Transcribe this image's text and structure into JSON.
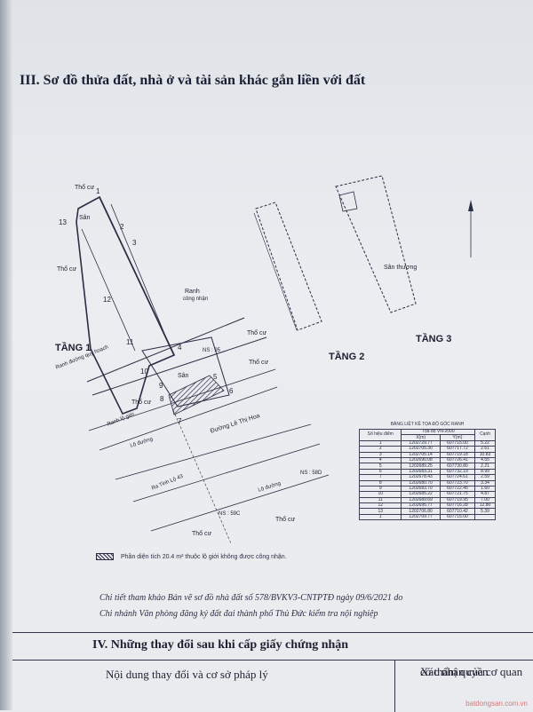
{
  "heading": "III. Sơ đồ thửa đất, nhà ở và tài sản khác gắn liền với đất",
  "floors": {
    "floor1": "TẦNG 1",
    "floor2": "TẦNG 2",
    "floor3": "TẦNG 3"
  },
  "plan_labels": {
    "tho_cu": "Thổ cư",
    "san": "Sân",
    "san_thuong": "Sân thượng",
    "ranh": "Ranh",
    "cong_nhan": "công nhận",
    "ranh_quy_hoach": "Ranh đường quy hoạch",
    "ranh_lo_gioi": "Ranh lộ giới",
    "lo_duong": "Lộ đường",
    "duong_le_thi_hoa": "Đường Lê Thị Hoa",
    "ra_tinh_lo": "Ra Tỉnh Lộ 43",
    "ns95": "NS : 95",
    "ns58d": "NS : 58D",
    "ns59c": "NS : 59C"
  },
  "coord_table": {
    "title": "BẢNG LIỆT KÊ TỌA ĐỘ GÓC RANH",
    "headers": [
      "Số hiệu điểm",
      "Tọa độ VN-2000",
      "Cạnh"
    ],
    "subheaders": [
      "X(m)",
      "Y(m)"
    ],
    "rows": [
      [
        "1",
        "1202729.77",
        "607715.00",
        "5.22"
      ],
      [
        "2",
        "1202705.30",
        "607717.72",
        "2.61"
      ],
      [
        "3",
        "1202705.14",
        "607719.18",
        "10.83"
      ],
      [
        "4",
        "1202690.08",
        "607726.41",
        "4.55"
      ],
      [
        "5",
        "1202689.25",
        "607730.80",
        "2.21"
      ],
      [
        "6",
        "1202683.31",
        "607732.19",
        "8.99"
      ],
      [
        "7",
        "1202678.43",
        "607724.61",
        "2.59"
      ],
      [
        "8",
        "1202680.70",
        "607723.70",
        "3.34"
      ],
      [
        "9",
        "1202683.70",
        "607722.45",
        "1.60"
      ],
      [
        "10",
        "1202685.22",
        "607721.75",
        "4.87"
      ],
      [
        "11",
        "1202689.69",
        "607719.95",
        "7.00"
      ],
      [
        "12",
        "1202695.77",
        "607716.28",
        "12.80"
      ],
      [
        "13",
        "1202706.80",
        "607710.42",
        "5.39"
      ],
      [
        "1",
        "1202709.77",
        "607715.00",
        ""
      ]
    ]
  },
  "legend": "Phần diện tích 20.4 m² thuộc lộ giới không được công nhận.",
  "note_lines": [
    "Chi tiết tham khảo Bản vẽ sơ đồ nhà đất số 578/BVKV3-CNTPTĐ ngày 09/6/2021 do",
    "Chi nhánh Văn phòng đăng ký đất đai thành phố Thủ Đức kiểm tra nội nghiệp"
  ],
  "section4": {
    "title": "IV. Những thay đổi sau khi cấp giấy chứng nhận",
    "col1": "Nội dung thay đổi và cơ sở pháp lý",
    "col2_line1": "Xác nhận của cơ quan",
    "col2_line2": "có thẩm quyền"
  },
  "watermark": "batdongsan.com.vn",
  "colors": {
    "ink": "#1d2030",
    "paper": "#e8ebee"
  }
}
